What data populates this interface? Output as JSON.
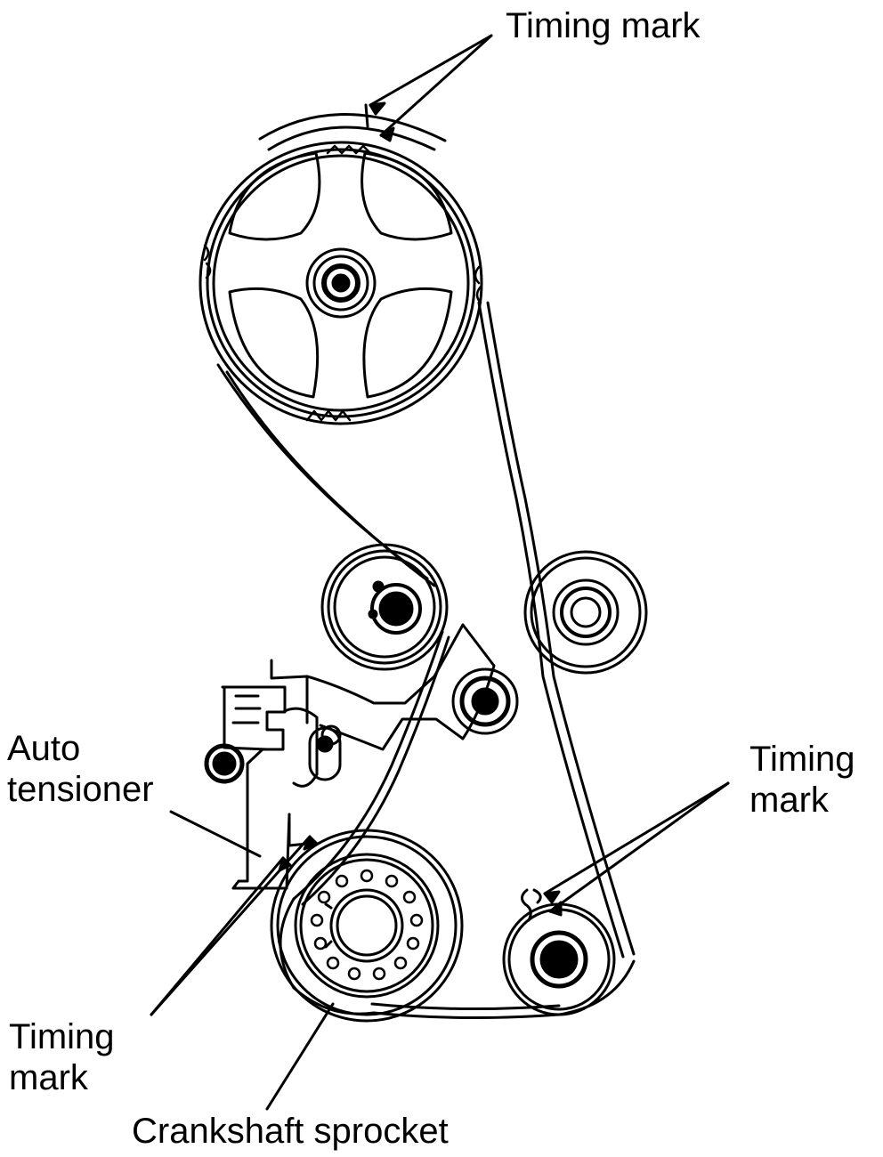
{
  "labels": {
    "timing_mark_top": "Timing mark",
    "auto_tensioner_line1": "Auto",
    "auto_tensioner_line2": "tensioner",
    "timing_mark_right_line1": "Timing",
    "timing_mark_right_line2": "mark",
    "timing_mark_left_line1": "Timing",
    "timing_mark_left_line2": "mark",
    "crankshaft_sprocket": "Crankshaft sprocket"
  },
  "colors": {
    "ink": "#000000",
    "background": "#ffffff"
  }
}
